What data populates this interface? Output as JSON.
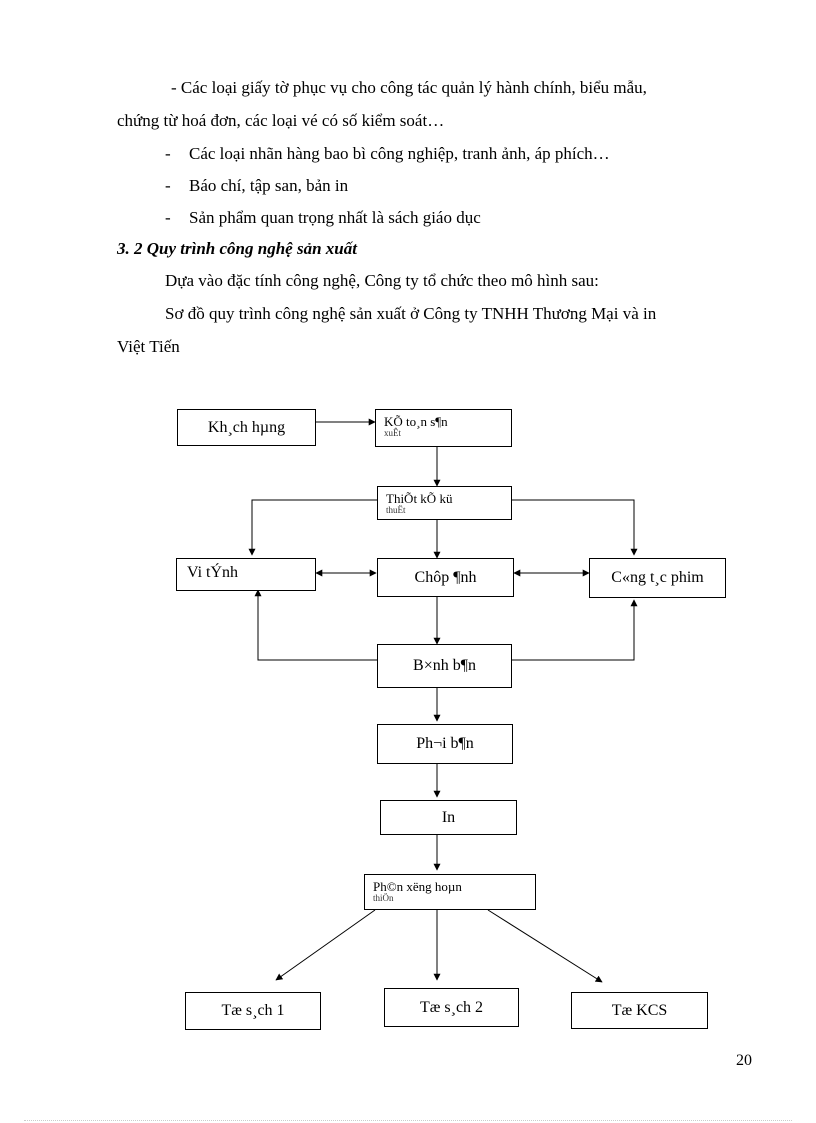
{
  "text": {
    "bullet_1_line_1": "- Các loại giấy tờ phục vụ cho công tác quản lý hành chính, biểu mẫu,",
    "bullet_1_line_2": "chứng từ hoá đơn, các loại vé có số kiểm soát…",
    "bullets": [
      "Các loại nhãn hàng bao bì công nghiệp, tranh ảnh, áp phích…",
      "Báo chí, tập san, bản in",
      "Sản phẩm quan trọng nhất là sách giáo dục"
    ],
    "dash": "-",
    "section_heading": "3. 2 Quy trình công nghệ sản xuất",
    "para_1": "Dựa vào đặc tính công nghệ, Công ty tổ chức theo mô hình sau:",
    "para_2_line_1": "Sơ đồ quy trình công nghệ sản xuất ở Công ty TNHH Thương Mại và in",
    "para_2_line_2": "Việt Tiến"
  },
  "diagram": {
    "khach_hang": "Kh¸ch hµng",
    "ke_toan_line1": "KÕ to¸n s¶n",
    "ke_toan_line2": "xuÊt",
    "thiet_ke_line1": "ThiÕt kÕ kü",
    "thiet_ke_line2": "thuËt",
    "vi_tinh": "Vi tÝnh",
    "chup_anh": "Chôp ¶nh",
    "cong_tac_phim": "C«ng t¸c phim",
    "binh_ban": "B×nh b¶n",
    "phoi_ban": "Ph¬i b¶n",
    "in": "In",
    "phan_xuong_line1": "Ph©n x­ëng  hoµn",
    "phan_xuong_line2": "thiÖn",
    "to_sach_1": "Tæ s¸ch 1",
    "to_sach_2": "Tæ s¸ch 2",
    "to_kcs": "Tæ KCS"
  },
  "page_number": "20"
}
